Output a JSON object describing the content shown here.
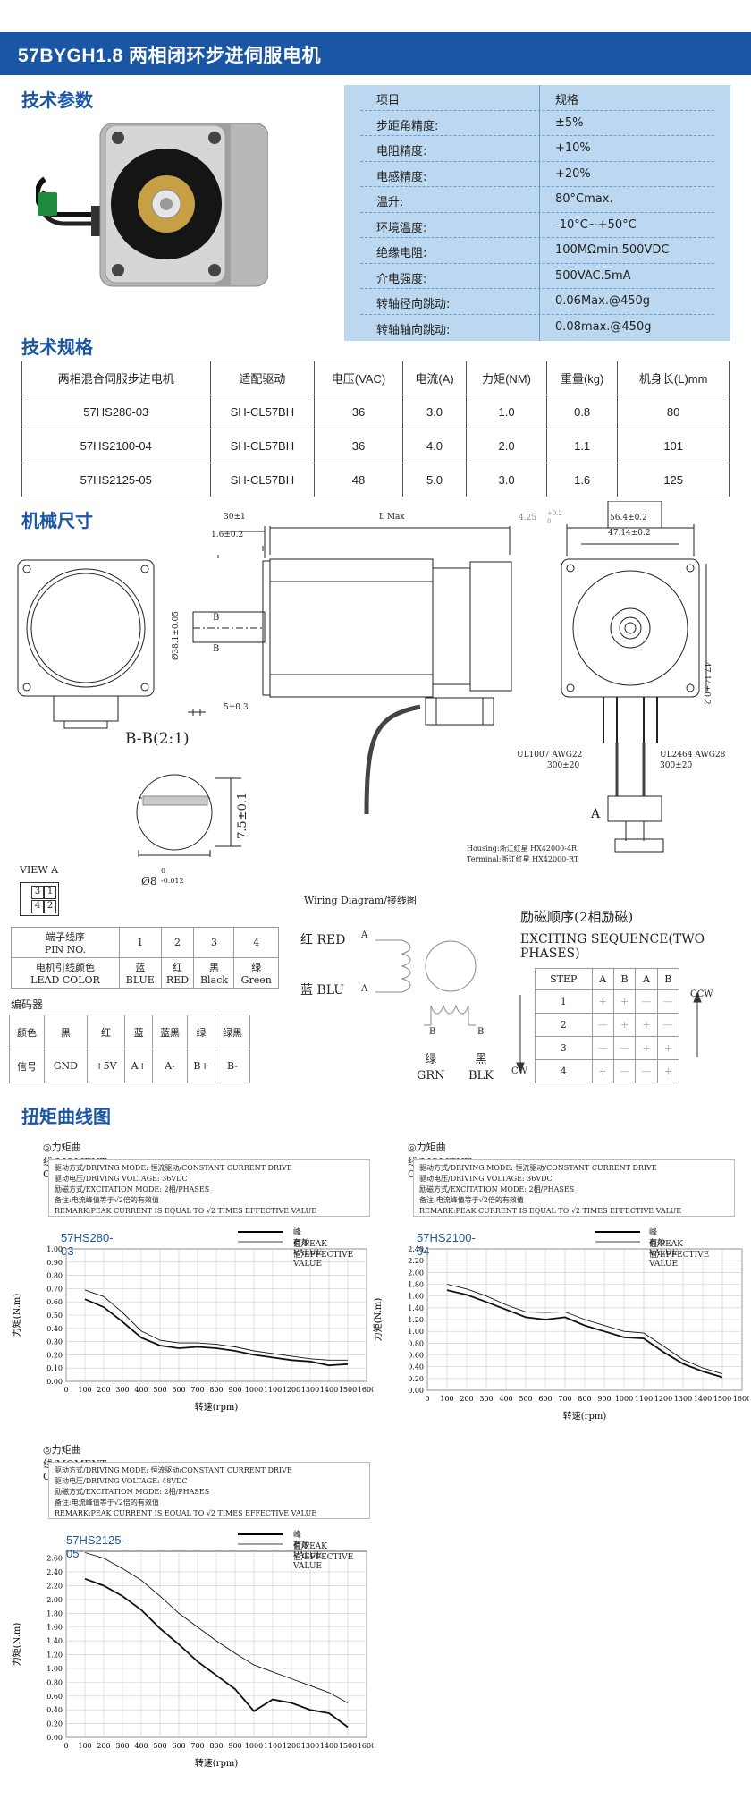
{
  "header": {
    "title": "57BYGH1.8 两相闭环步进伺服电机"
  },
  "sections": {
    "params": "技术参数",
    "specs": "技术规格",
    "mech": "机械尺寸",
    "torque": "扭矩曲线图"
  },
  "params": {
    "headers": [
      "项目",
      "规格"
    ],
    "rows": [
      [
        "步距角精度:",
        "±5%"
      ],
      [
        "电阻精度:",
        "+10%"
      ],
      [
        "电感精度:",
        "+20%"
      ],
      [
        "温升:",
        "80°Cmax."
      ],
      [
        "环境温度:",
        "-10°C~+50°C"
      ],
      [
        "绝缘电阻:",
        "100MΩmin.500VDC"
      ],
      [
        "介电强度:",
        "500VAC.5mA"
      ],
      [
        "转轴径向跳动:",
        "0.06Max.@450g"
      ],
      [
        "转轴轴向跳动:",
        "0.08max.@450g"
      ]
    ]
  },
  "specs": {
    "headers": [
      "两相混合伺服步进电机",
      "适配驱动",
      "电压(VAC)",
      "电流(A)",
      "力矩(NM)",
      "重量(kg)",
      "机身长(L)mm"
    ],
    "rows": [
      [
        "57HS280-03",
        "SH-CL57BH",
        "36",
        "3.0",
        "1.0",
        "0.8",
        "80"
      ],
      [
        "57HS2100-04",
        "SH-CL57BH",
        "36",
        "4.0",
        "2.0",
        "1.1",
        "101"
      ],
      [
        "57HS2125-05",
        "SH-CL57BH",
        "48",
        "5.0",
        "3.0",
        "1.6",
        "125"
      ]
    ]
  },
  "mech": {
    "dims": {
      "d30": "30±1",
      "d16": "1.6±0.2",
      "lmax": "L Max",
      "d425": "4.25",
      "tol02": "+0.2",
      "tol0": "0",
      "d564": "56.4±0.2",
      "d4714": "47.14±0.2",
      "d4714v": "47.14±0.2",
      "d381": "Ø38.1±0.05",
      "d5": "5±0.3",
      "bb": "B-B(2:1)",
      "d75": "7.5±0.1",
      "d8": "Ø8",
      "d8t1": "0",
      "d8t2": "-0.012",
      "b1": "B",
      "b2": "B",
      "a": "A",
      "cable1a": "UL1007 AWG22",
      "cable1b": "300±20",
      "cable2a": "UL2464 AWG28",
      "cable2b": "300±20",
      "housing": "Housing:浙江红星 HX42000-4R",
      "terminal": "Terminal:浙江红星 HX42000-RT"
    },
    "view_a": {
      "title": "VIEW A",
      "p1": "3",
      "p2": "1",
      "p3": "4",
      "p4": "2"
    },
    "pins": {
      "row1_label": "端子线序\nPIN NO.",
      "row1": [
        "1",
        "2",
        "3",
        "4"
      ],
      "row2_label": "电机引线颜色\nLEAD COLOR",
      "row2": [
        "蓝\nBLUE",
        "红\nRED",
        "黑\nBlack",
        "绿\nGreen"
      ]
    },
    "encoder": {
      "title": "编码器",
      "row1": [
        "颜色",
        "黑",
        "红",
        "蓝",
        "蓝黑",
        "绿",
        "绿黑"
      ],
      "row2": [
        "信号",
        "GND",
        "+5V",
        "A+",
        "A-",
        "B+",
        "B-"
      ]
    },
    "wiring": {
      "title": "Wiring  Diagram/接线图",
      "red": "红 RED",
      "blu": "蓝 BLU",
      "a1": "A",
      "a2": "A",
      "b1": "B",
      "b2": "B",
      "grn": "绿\nGRN",
      "blk": "黑\nBLK"
    },
    "sequence": {
      "title": "励磁顺序(2相励磁)",
      "title_en": "EXCITING SEQUENCE(TWO PHASES)",
      "headers": [
        "STEP",
        "A",
        "B",
        "A",
        "B"
      ],
      "rows": [
        [
          "1",
          "+",
          "+",
          "—",
          "—"
        ],
        [
          "2",
          "—",
          "+",
          "+",
          "—"
        ],
        [
          "3",
          "—",
          "—",
          "+",
          "+"
        ],
        [
          "4",
          "+",
          "—",
          "—",
          "+"
        ]
      ],
      "ccw": "CCW",
      "cw": "CW"
    }
  },
  "curves": {
    "head": "◎力矩曲线/MOMENT CURVE",
    "info": {
      "l1": "驱动方式/DRIVING MODE: 恒流驱动/CONSTANT CURRENT DRIVE",
      "l3": "励磁方式/EXCITATION MODE: 2相/PHASES",
      "l4": "备注:电流峰值等于√2倍的有效值",
      "l5": "REMARK:PEAK CURRENT IS EQUAL TO √2 TIMES EFFECTIVE VALUE"
    },
    "legend_peak": "峰 值/PEAK VALUE",
    "legend_eff": "有效值/EFFECTIVE VALUE",
    "ylabel": "力矩(N.m)",
    "xlabel": "转速(rpm)"
  },
  "chart_data": [
    {
      "type": "line",
      "title": "57HS280-03",
      "voltage": "驱动电压/DRIVING VOLTAGE: 36VDC",
      "xlabel": "转速(rpm)",
      "ylabel": "力矩(N.m)",
      "xlim": [
        0,
        1600
      ],
      "ylim": [
        0,
        1.0
      ],
      "ystep": 0.1,
      "grid": true,
      "x": [
        100,
        200,
        300,
        400,
        500,
        600,
        700,
        800,
        900,
        1000,
        1100,
        1200,
        1300,
        1400,
        1500
      ],
      "series": [
        {
          "name": "有效值/EFFECTIVE VALUE",
          "values": [
            0.69,
            0.64,
            0.52,
            0.38,
            0.31,
            0.29,
            0.29,
            0.28,
            0.26,
            0.23,
            0.21,
            0.19,
            0.17,
            0.16,
            0.16
          ]
        },
        {
          "name": "峰 值/PEAK VALUE",
          "values": [
            0.62,
            0.56,
            0.45,
            0.33,
            0.27,
            0.25,
            0.26,
            0.25,
            0.23,
            0.2,
            0.18,
            0.16,
            0.15,
            0.12,
            0.13
          ]
        }
      ]
    },
    {
      "type": "line",
      "title": "57HS2100-04",
      "voltage": "驱动电压/DRIVING VOLTAGE: 36VDC",
      "xlabel": "转速(rpm)",
      "ylabel": "力矩(N.m)",
      "xlim": [
        0,
        1600
      ],
      "ylim": [
        0,
        2.4
      ],
      "ystep": 0.2,
      "grid": true,
      "x": [
        100,
        200,
        300,
        400,
        500,
        600,
        700,
        800,
        900,
        1000,
        1100,
        1200,
        1300,
        1400,
        1500
      ],
      "series": [
        {
          "name": "有效值/EFFECTIVE VALUE",
          "values": [
            1.8,
            1.72,
            1.6,
            1.45,
            1.33,
            1.32,
            1.33,
            1.2,
            1.1,
            1.0,
            0.97,
            0.75,
            0.52,
            0.38,
            0.28
          ]
        },
        {
          "name": "峰 值/PEAK VALUE",
          "values": [
            1.7,
            1.62,
            1.5,
            1.37,
            1.24,
            1.2,
            1.24,
            1.1,
            1.0,
            0.9,
            0.88,
            0.65,
            0.45,
            0.32,
            0.22
          ]
        }
      ]
    },
    {
      "type": "line",
      "title": "57HS2125-05",
      "voltage": "驱动电压/DRIVING VOLTAGE: 48VDC",
      "xlabel": "转速(rpm)",
      "ylabel": "力矩(N.m)",
      "xlim": [
        0,
        1600
      ],
      "ylim": [
        0,
        2.7
      ],
      "ystep": 0.2,
      "grid": true,
      "x": [
        100,
        200,
        300,
        400,
        500,
        600,
        700,
        800,
        900,
        1000,
        1100,
        1200,
        1300,
        1400,
        1500
      ],
      "series": [
        {
          "name": "有效值/EFFECTIVE VALUE",
          "values": [
            2.68,
            2.6,
            2.45,
            2.28,
            2.05,
            1.8,
            1.6,
            1.4,
            1.22,
            1.05,
            0.95,
            0.85,
            0.75,
            0.65,
            0.5
          ]
        },
        {
          "name": "峰 值/PEAK VALUE",
          "values": [
            2.3,
            2.2,
            2.05,
            1.85,
            1.58,
            1.35,
            1.1,
            0.9,
            0.7,
            0.38,
            0.55,
            0.5,
            0.4,
            0.35,
            0.15
          ]
        }
      ]
    }
  ]
}
